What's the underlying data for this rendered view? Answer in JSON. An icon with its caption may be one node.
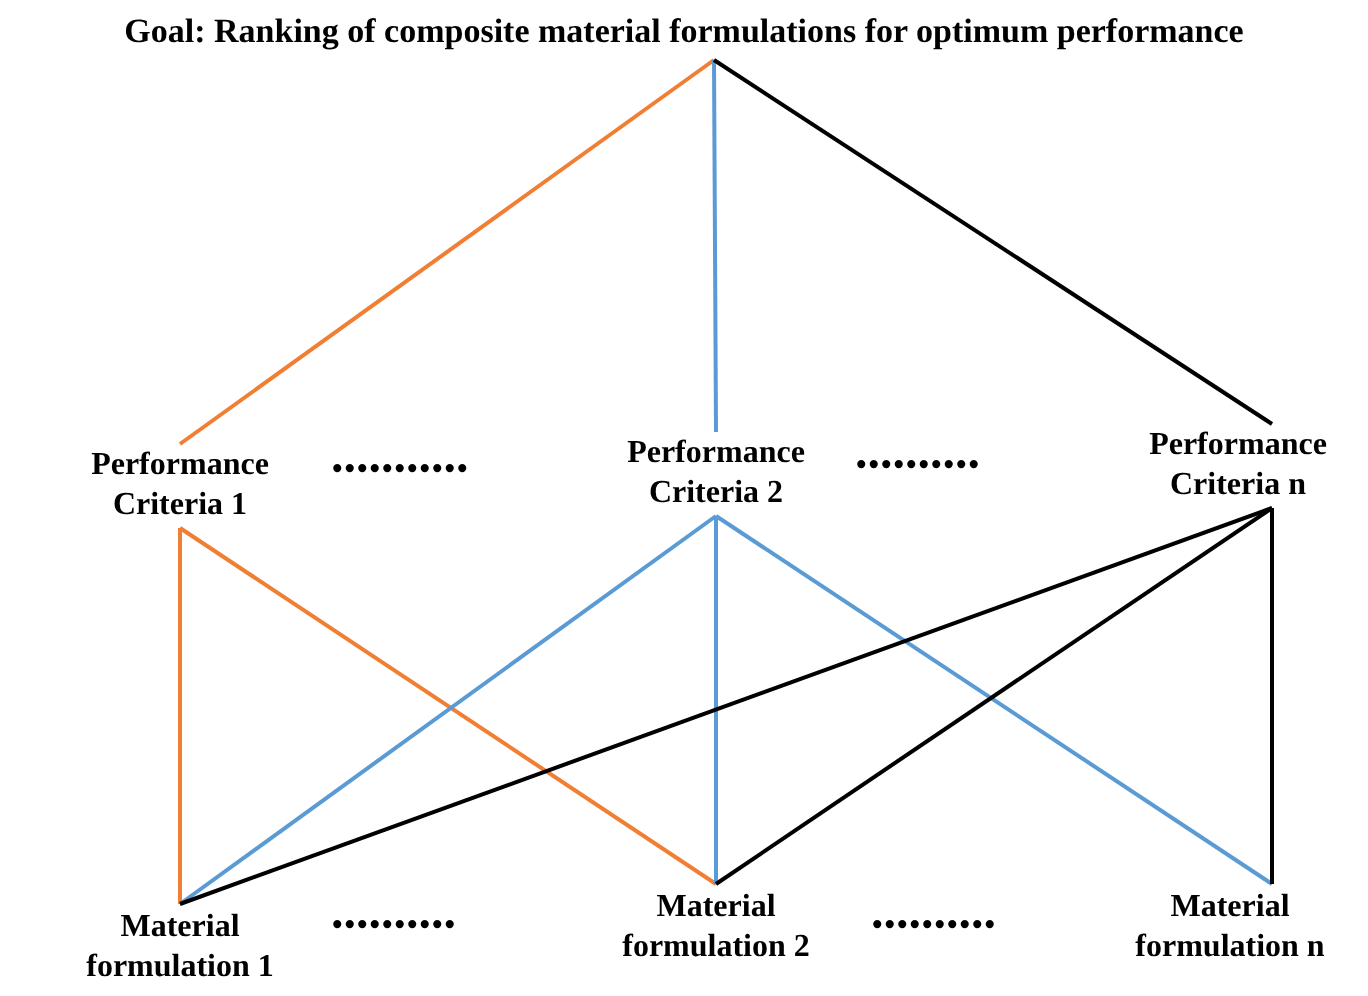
{
  "diagram": {
    "nodes": [
      {
        "text": [
          "Goal: Ranking of composite material formulations for optimum performance"
        ]
      },
      {
        "text": [
          "Performance Criteria 1"
        ]
      },
      {
        "text": [
          "Performance Criteria 2"
        ]
      },
      {
        "text": [
          "Performance Criteria n"
        ]
      },
      {
        "text": [
          "Material formulation 1"
        ]
      },
      {
        "text": [
          "Material formulation 2"
        ]
      },
      {
        "text": [
          "Material formulation n"
        ]
      }
    ],
    "edges": [
      {
        "from": 0,
        "to": 1,
        "arrow": "none",
        "color": "#f07f33"
      },
      {
        "from": 0,
        "to": 2,
        "arrow": "none",
        "color": "#5b9bd5"
      },
      {
        "from": 0,
        "to": 3,
        "arrow": "none",
        "color": "#000000"
      },
      {
        "from": 1,
        "to": 4,
        "arrow": "none",
        "color": "#f07f33"
      },
      {
        "from": 1,
        "to": 5,
        "arrow": "none",
        "color": "#f07f33"
      },
      {
        "from": 2,
        "to": 4,
        "arrow": "none",
        "color": "#5b9bd5"
      },
      {
        "from": 2,
        "to": 5,
        "arrow": "none",
        "color": "#5b9bd5"
      },
      {
        "from": 2,
        "to": 6,
        "arrow": "none",
        "color": "#5b9bd5"
      },
      {
        "from": 3,
        "to": 4,
        "arrow": "none",
        "color": "#000000"
      },
      {
        "from": 3,
        "to": 5,
        "arrow": "none",
        "color": "#000000"
      },
      {
        "from": 3,
        "to": 6,
        "arrow": "none",
        "color": "#000000"
      }
    ],
    "labels": [
      "•••••••••••",
      "••••••••••",
      "••••••••••",
      "••••••••••"
    ]
  }
}
